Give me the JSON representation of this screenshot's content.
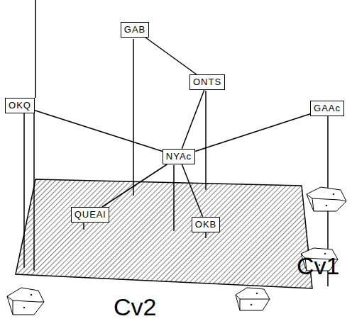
{
  "diagram": {
    "nodes": [
      {
        "text": [
          "GAB"
        ]
      },
      {
        "text": [
          "ONTS"
        ]
      },
      {
        "text": [
          "OKQ"
        ]
      },
      {
        "text": [
          "GAAc"
        ]
      },
      {
        "text": [
          "NYAc"
        ]
      },
      {
        "text": [
          "QUEAl"
        ]
      },
      {
        "text": [
          "OKB"
        ]
      }
    ],
    "edges": [
      {
        "from": 0,
        "to": 1,
        "arrow": "none"
      },
      {
        "from": 1,
        "to": 4,
        "arrow": "none"
      },
      {
        "from": 2,
        "to": 4,
        "arrow": "none"
      },
      {
        "from": 3,
        "to": 4,
        "arrow": "none"
      },
      {
        "from": 4,
        "to": 5,
        "arrow": "none"
      },
      {
        "from": 4,
        "to": 6,
        "arrow": "none"
      }
    ],
    "labels": [
      "Cv1",
      "Cv2"
    ]
  }
}
